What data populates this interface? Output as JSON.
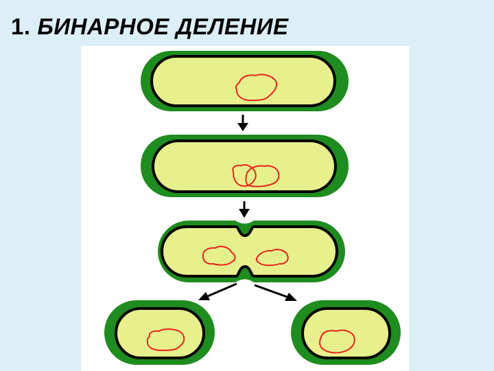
{
  "title": {
    "number": "1.",
    "text": "БИНАРНОЕ   ДЕЛЕНИЕ"
  },
  "colors": {
    "background": "#dceef6",
    "panel": "#ffffff",
    "cell_wall": "#1e8c1e",
    "membrane": "#000000",
    "cytoplasm": "#e6f08c",
    "dna": "#e8241c",
    "arrow": "#000000"
  },
  "diagram": {
    "stages": [
      {
        "name": "cell-with-single-dna"
      },
      {
        "name": "cell-with-replicated-dna"
      },
      {
        "name": "cell-dividing-with-septum"
      },
      {
        "name": "daughter-cells"
      }
    ],
    "arrows": [
      "arrow-down-1",
      "arrow-down-2",
      "arrow-left-daughter",
      "arrow-right-daughter"
    ]
  }
}
